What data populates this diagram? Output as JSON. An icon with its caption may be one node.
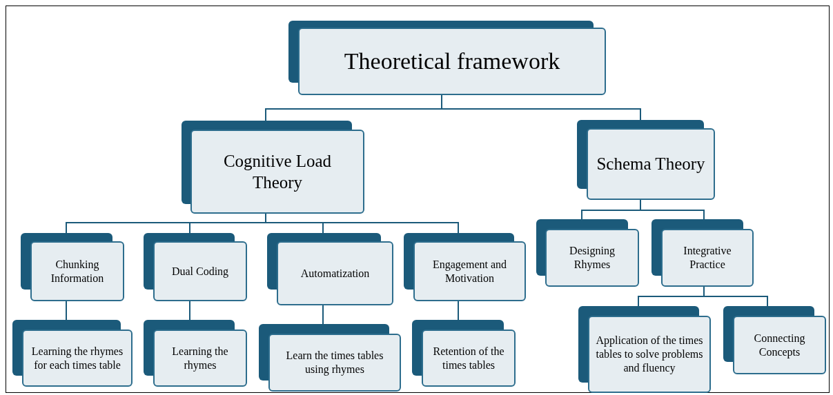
{
  "diagram": {
    "nodes": [
      {
        "text": [
          "Theoretical framework"
        ]
      },
      {
        "text": [
          "Cognitive Load Theory"
        ]
      },
      {
        "text": [
          "Schema Theory"
        ]
      },
      {
        "text": [
          "Chunking Information"
        ]
      },
      {
        "text": [
          "Dual Coding"
        ]
      },
      {
        "text": [
          "Automatization"
        ]
      },
      {
        "text": [
          "Engagement and Motivation"
        ]
      },
      {
        "text": [
          "Designing Rhymes"
        ]
      },
      {
        "text": [
          "Integrative Practice"
        ]
      },
      {
        "text": [
          "Learning the rhymes for each times table"
        ]
      },
      {
        "text": [
          "Learning the rhymes"
        ]
      },
      {
        "text": [
          "Learn the times tables using rhymes"
        ]
      },
      {
        "text": [
          "Retention of the times tables"
        ]
      },
      {
        "text": [
          "Application of the times tables to solve problems and fluency"
        ]
      },
      {
        "text": [
          "Connecting Concepts"
        ]
      }
    ],
    "edges": [
      {
        "from": 0,
        "to": 1,
        "arrow": "none"
      },
      {
        "from": 0,
        "to": 2,
        "arrow": "none"
      },
      {
        "from": 1,
        "to": 3,
        "arrow": "none"
      },
      {
        "from": 1,
        "to": 4,
        "arrow": "none"
      },
      {
        "from": 1,
        "to": 5,
        "arrow": "none"
      },
      {
        "from": 1,
        "to": 6,
        "arrow": "none"
      },
      {
        "from": 2,
        "to": 7,
        "arrow": "none"
      },
      {
        "from": 2,
        "to": 8,
        "arrow": "none"
      },
      {
        "from": 3,
        "to": 9,
        "arrow": "none"
      },
      {
        "from": 4,
        "to": 10,
        "arrow": "none"
      },
      {
        "from": 5,
        "to": 11,
        "arrow": "none"
      },
      {
        "from": 6,
        "to": 12,
        "arrow": "none"
      },
      {
        "from": 8,
        "to": 13,
        "arrow": "none"
      },
      {
        "from": 8,
        "to": 14,
        "arrow": "none"
      }
    ]
  }
}
